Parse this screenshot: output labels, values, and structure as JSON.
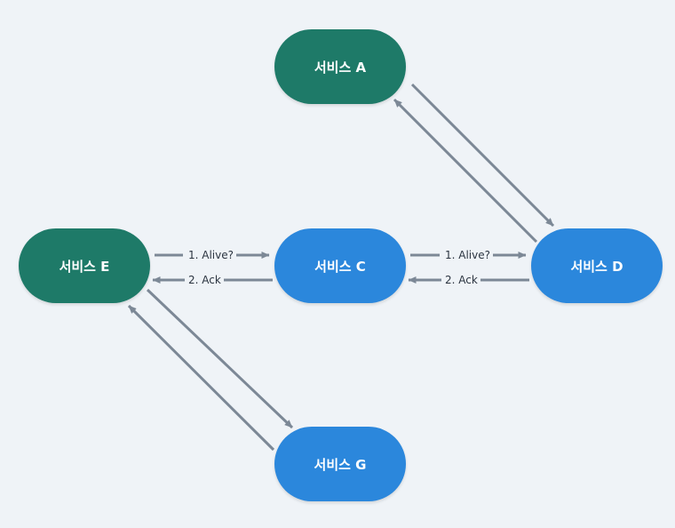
{
  "colors": {
    "background": "#eff3f7",
    "node_green": "#1e7a68",
    "node_blue": "#2b87dc",
    "arrow": "#7c8896",
    "label_text": "#2b3440"
  },
  "nodes": {
    "a": {
      "label": "서비스 A",
      "color": "#1e7a68"
    },
    "c": {
      "label": "서비스 C",
      "color": "#2b87dc"
    },
    "d": {
      "label": "서비스 D",
      "color": "#2b87dc"
    },
    "e": {
      "label": "서비스 E",
      "color": "#1e7a68"
    },
    "g": {
      "label": "서비스 G",
      "color": "#2b87dc"
    }
  },
  "edges": {
    "e_to_c": {
      "from": "서비스 E",
      "to": "서비스 C",
      "label": "1. Alive?"
    },
    "c_to_e": {
      "from": "서비스 C",
      "to": "서비스 E",
      "label": "2. Ack"
    },
    "c_to_d": {
      "from": "서비스 C",
      "to": "서비스 D",
      "label": "1. Alive?"
    },
    "d_to_c": {
      "from": "서비스 D",
      "to": "서비스 C",
      "label": "2. Ack"
    },
    "a_to_d": {
      "from": "서비스 A",
      "to": "서비스 D",
      "label": ""
    },
    "d_to_a": {
      "from": "서비스 D",
      "to": "서비스 A",
      "label": ""
    },
    "e_to_g": {
      "from": "서비스 E",
      "to": "서비스 G",
      "label": ""
    },
    "g_to_e": {
      "from": "서비스 G",
      "to": "서비스 E",
      "label": ""
    }
  }
}
